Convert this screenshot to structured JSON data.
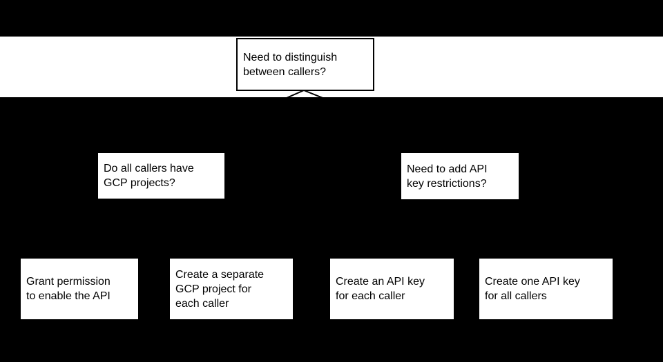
{
  "diagram": {
    "type": "decision-flowchart",
    "colors": {
      "background": "#000000",
      "node_fill": "#ffffff",
      "node_text": "#000000",
      "connector": "#000000",
      "band_fill": "#ffffff"
    },
    "root": {
      "text": "Need to distinguish\nbetween callers?"
    },
    "branches": [
      {
        "text": "Do all callers have\nGCP projects?"
      },
      {
        "text": "Need to add API\nkey restrictions?"
      }
    ],
    "leaves": [
      {
        "text": "Grant permission\nto enable the API"
      },
      {
        "text": "Create a separate\nGCP project for\neach caller"
      },
      {
        "text": "Create an API key\nfor each caller"
      },
      {
        "text": "Create one API key\nfor all callers"
      }
    ]
  }
}
